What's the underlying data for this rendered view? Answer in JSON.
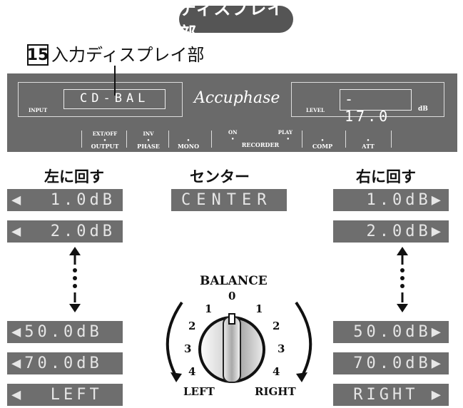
{
  "heading": "ディスプレイ部",
  "callout": {
    "number": "15",
    "label": "入力ディスプレイ部"
  },
  "panel": {
    "input_label": "INPUT",
    "input_value": "CD-BAL",
    "brand": "Accuphase",
    "level_label": "LEVEL",
    "level_value": "- 17.0",
    "level_unit": "dB",
    "indicators": [
      {
        "top": "EXT/OFF",
        "bottom": "OUTPUT"
      },
      {
        "top": "INV",
        "bottom": "PHASE"
      },
      {
        "top": "",
        "bottom": "MONO"
      },
      {
        "top": "ON",
        "top2": "PLAY",
        "bottom": "RECORDER"
      },
      {
        "top": "",
        "bottom": "COMP"
      },
      {
        "top": "",
        "bottom": "ATT"
      }
    ]
  },
  "directions": {
    "left": "左に回す",
    "center": "センター",
    "right": "右に回す"
  },
  "left_displays": [
    "◀  1.0dB",
    "◀  2.0dB",
    "◀50.0dB",
    "◀70.0dB",
    "◀  LEFT"
  ],
  "center_display": "CENTER",
  "right_displays": [
    "  1.0dB▶",
    "  2.0dB▶",
    "50.0dB▶",
    "70.0dB▶",
    "RIGHT ▶"
  ],
  "knob": {
    "title": "BALANCE",
    "scale": [
      "0",
      "1",
      "2",
      "3",
      "4"
    ],
    "left_end": "LEFT",
    "right_end": "RIGHT"
  }
}
